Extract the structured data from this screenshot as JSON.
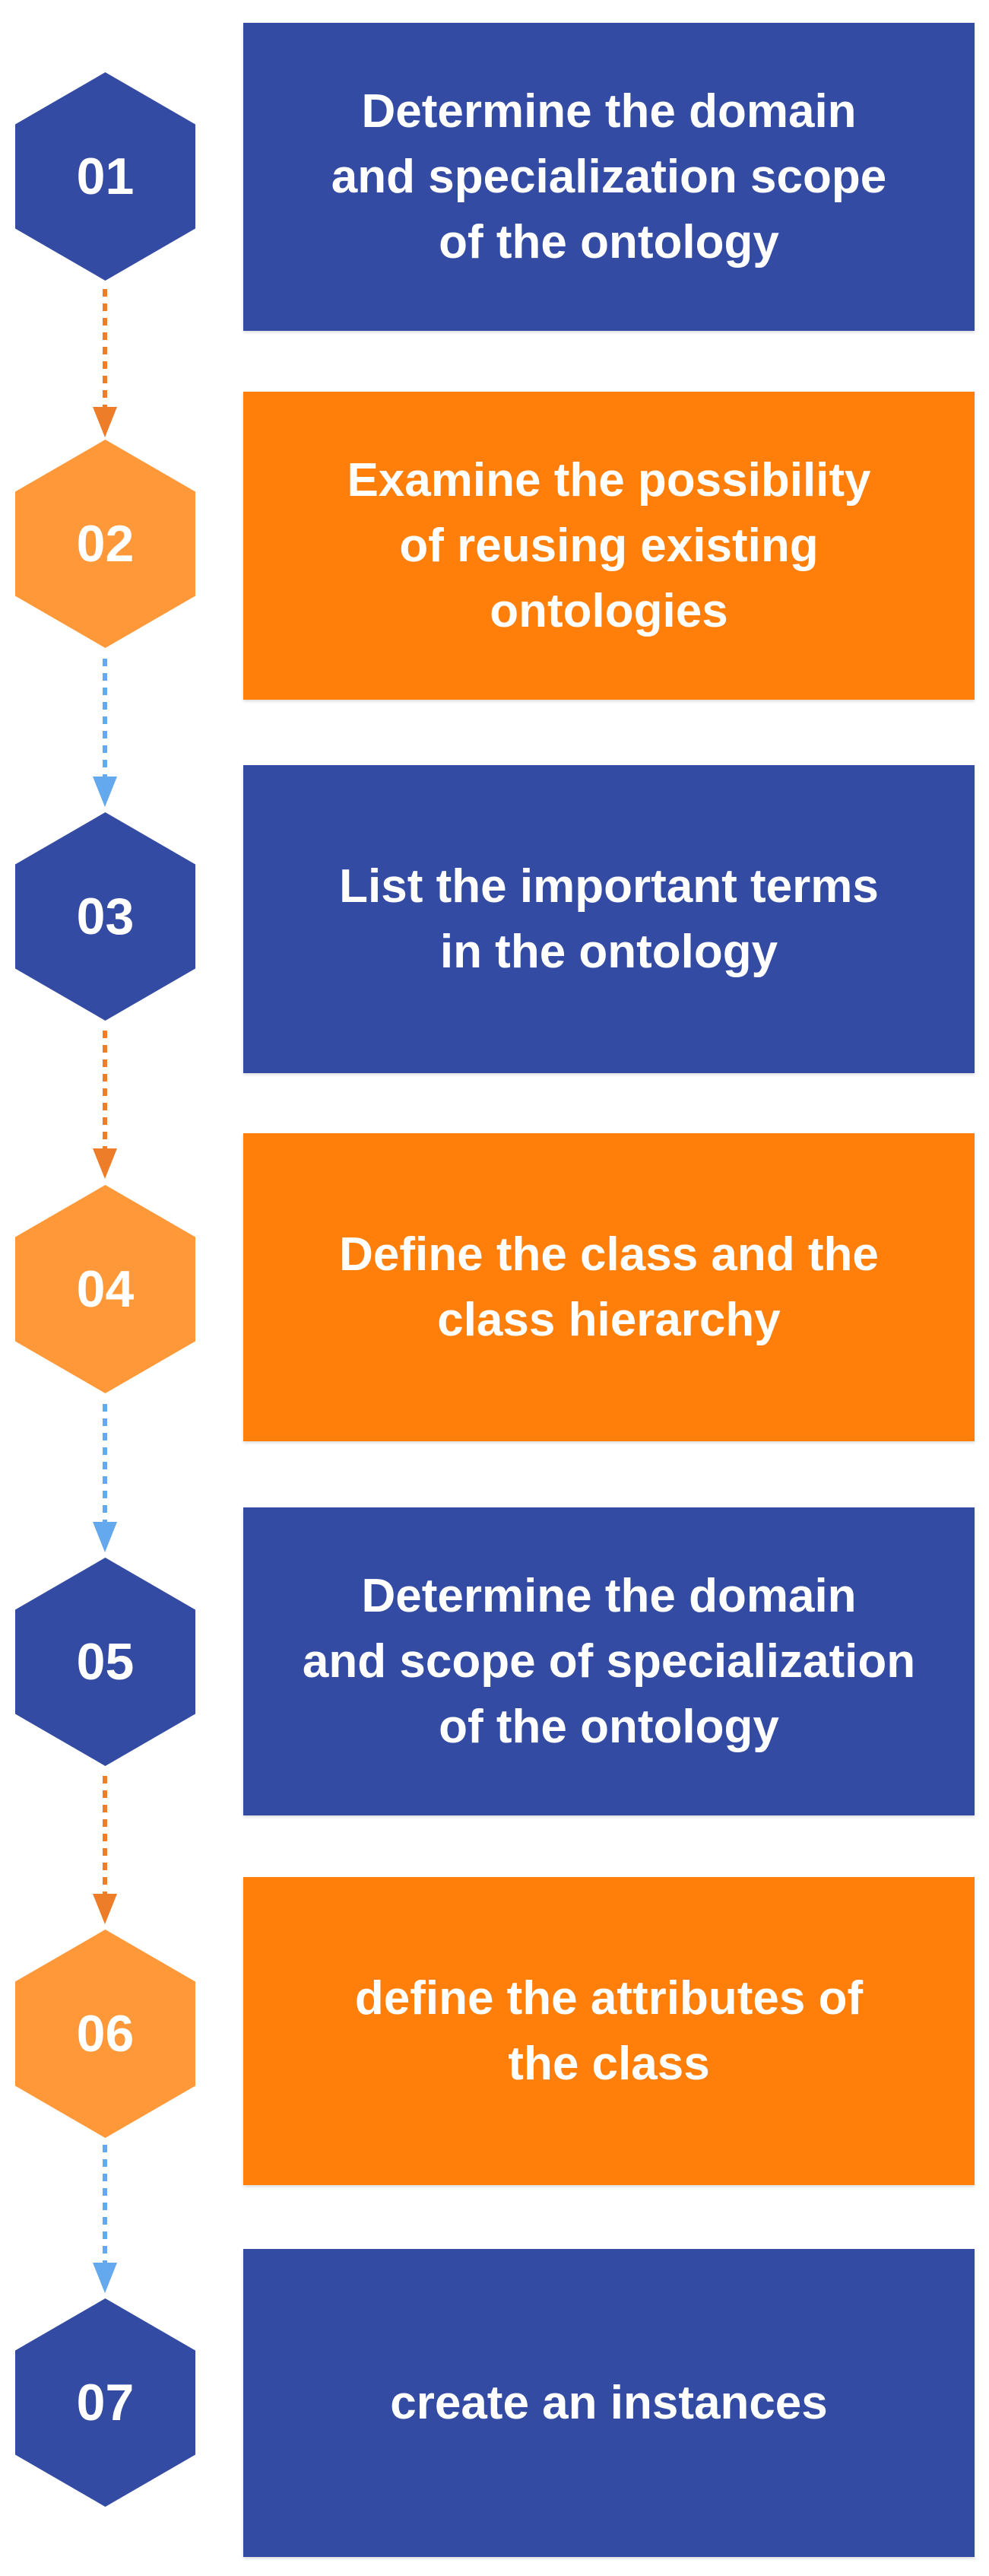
{
  "colors": {
    "blue": "#344ba4",
    "orange": "#ff7f0a",
    "orange_hex": "#ff9838",
    "blue_connector": "#64a8ee",
    "orange_connector": "#ee7d2a"
  },
  "steps": [
    {
      "number": "01",
      "text": "Determine the domain\nand specialization scope\nof the ontology",
      "color": "blue"
    },
    {
      "number": "02",
      "text": "Examine the possibility\nof reusing existing\nontologies",
      "color": "orange"
    },
    {
      "number": "03",
      "text": "List the important terms\nin the ontology",
      "color": "blue"
    },
    {
      "number": "04",
      "text": "Define the class and the\nclass hierarchy",
      "color": "orange"
    },
    {
      "number": "05",
      "text": "Determine the domain\nand scope of specialization\nof the ontology",
      "color": "blue"
    },
    {
      "number": "06",
      "text": "define the attributes of\nthe class",
      "color": "orange"
    },
    {
      "number": "07",
      "text": "create an instances",
      "color": "blue"
    }
  ]
}
